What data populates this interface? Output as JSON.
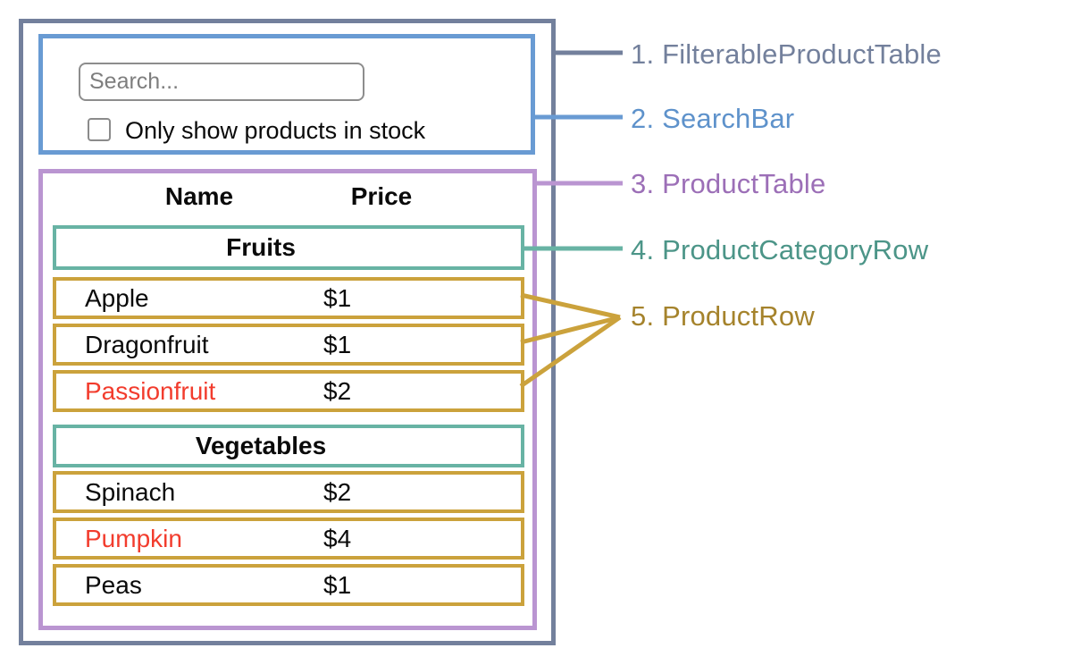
{
  "colors": {
    "slate": "#73809C",
    "blue": "#699BD3",
    "blue_text": "#5E92CB",
    "purple_border": "#BA95D1",
    "purple_text": "#9C6FB7",
    "teal_border": "#68B3A4",
    "teal_text": "#4C9588",
    "gold": "#CBA23C",
    "gold_text": "#A5832C",
    "red": "#F23C2D",
    "input_border": "#8D8D8D",
    "checkbox_border": "#8B8B8B",
    "placeholder": "#7E7E7E"
  },
  "search_bar": {
    "placeholder": "Search...",
    "checkbox_label": "Only show products in stock",
    "checkbox_checked": false
  },
  "table": {
    "headers": {
      "name": "Name",
      "price": "Price"
    },
    "sections": [
      {
        "category": "Fruits",
        "rows": [
          {
            "name": "Apple",
            "price": "$1",
            "out_of_stock": false
          },
          {
            "name": "Dragonfruit",
            "price": "$1",
            "out_of_stock": false
          },
          {
            "name": "Passionfruit",
            "price": "$2",
            "out_of_stock": true
          }
        ]
      },
      {
        "category": "Vegetables",
        "rows": [
          {
            "name": "Spinach",
            "price": "$2",
            "out_of_stock": false
          },
          {
            "name": "Pumpkin",
            "price": "$4",
            "out_of_stock": true
          },
          {
            "name": "Peas",
            "price": "$1",
            "out_of_stock": false
          }
        ]
      }
    ]
  },
  "annotations": {
    "items": [
      {
        "label": "1. FilterableProductTable"
      },
      {
        "label": "2. SearchBar"
      },
      {
        "label": "3. ProductTable"
      },
      {
        "label": "4. ProductCategoryRow"
      },
      {
        "label": "5. ProductRow"
      }
    ]
  }
}
